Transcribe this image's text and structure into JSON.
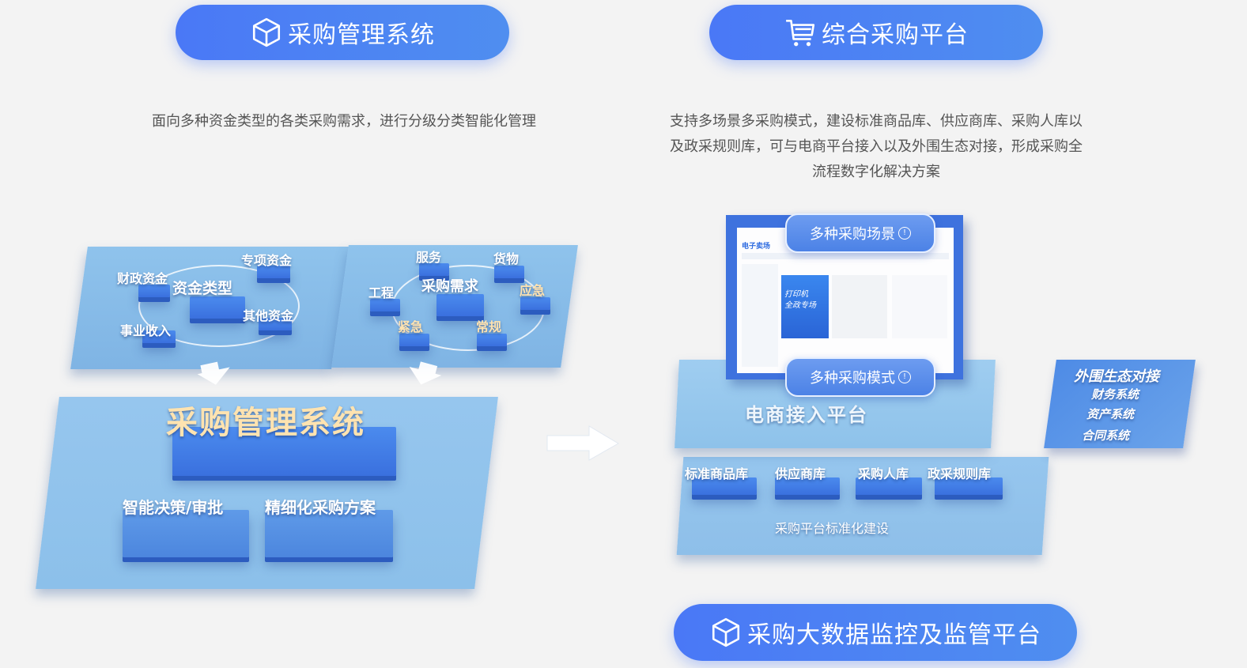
{
  "header": {
    "left_title": "采购管理系统",
    "right_title": "综合采购平台",
    "bottom_title": "采购大数据监控及监管平台"
  },
  "left": {
    "description": "面向多种资金类型的各类采购需求，进行分级分类智能化管理",
    "fund_panel": {
      "center": "资金类型",
      "items": [
        "专项资金",
        "财政资金",
        "其他资金",
        "事业收入"
      ]
    },
    "demand_panel": {
      "center": "采购需求",
      "items": [
        "服务",
        "货物",
        "工程",
        "应急",
        "紧急",
        "常规"
      ]
    },
    "main_platform": {
      "title": "采购管理系统",
      "sub_left": "智能决策/审批",
      "sub_right": "精细化采购方案"
    }
  },
  "right": {
    "description_lines": [
      "支持多场景多采购模式，建设标准商品库、供应商库、采购人库以",
      "及政采规则库，可与电商平台接入以及外围生态对接，形成采购全",
      "流程数字化解决方案"
    ],
    "tags": [
      "多种采购场景",
      "多种采购模式"
    ],
    "ecommerce": "电商接入平台",
    "libraries": [
      "标准商品库",
      "供应商库",
      "采购人库",
      "政采规则库"
    ],
    "standardization": "采购平台标准化建设",
    "external": {
      "title": "外围生态对接",
      "items": [
        "财务系统",
        "资产系统",
        "合同系统"
      ]
    },
    "screen": {
      "logo": "电子卖场",
      "banner_line1": "打印机",
      "banner_line2": "全政专场"
    }
  },
  "icons": {
    "cube": "cube-icon",
    "cart": "cart-icon",
    "info": "info-icon",
    "arrow": "arrow-right-icon"
  }
}
